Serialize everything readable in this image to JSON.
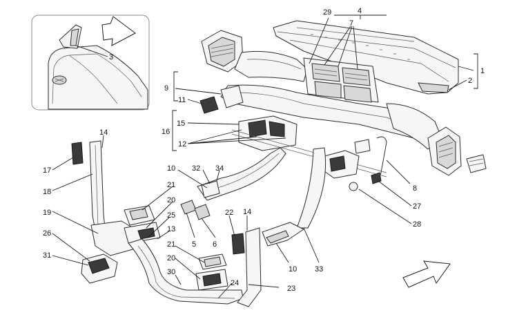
{
  "callouts": {
    "c1": "1",
    "c2": "2",
    "c3": "3",
    "c4": "4",
    "c5": "5",
    "c6": "6",
    "c7": "7",
    "c8": "8",
    "c9": "9",
    "c10a": "10",
    "c10b": "10",
    "c11": "11",
    "c12": "12",
    "c13": "13",
    "c14a": "14",
    "c14b": "14",
    "c15": "15",
    "c16": "16",
    "c17": "17",
    "c18": "18",
    "c19": "19",
    "c20a": "20",
    "c20b": "20",
    "c21a": "21",
    "c21b": "21",
    "c22": "22",
    "c23": "23",
    "c24": "24",
    "c25": "25",
    "c26": "26",
    "c27": "27",
    "c28": "28",
    "c29": "29",
    "c30": "30",
    "c31": "31",
    "c32": "32",
    "c33": "33",
    "c34": "34"
  },
  "icons": {
    "inset_arrow": "direction-arrow-icon",
    "main_arrow": "direction-arrow-icon"
  }
}
